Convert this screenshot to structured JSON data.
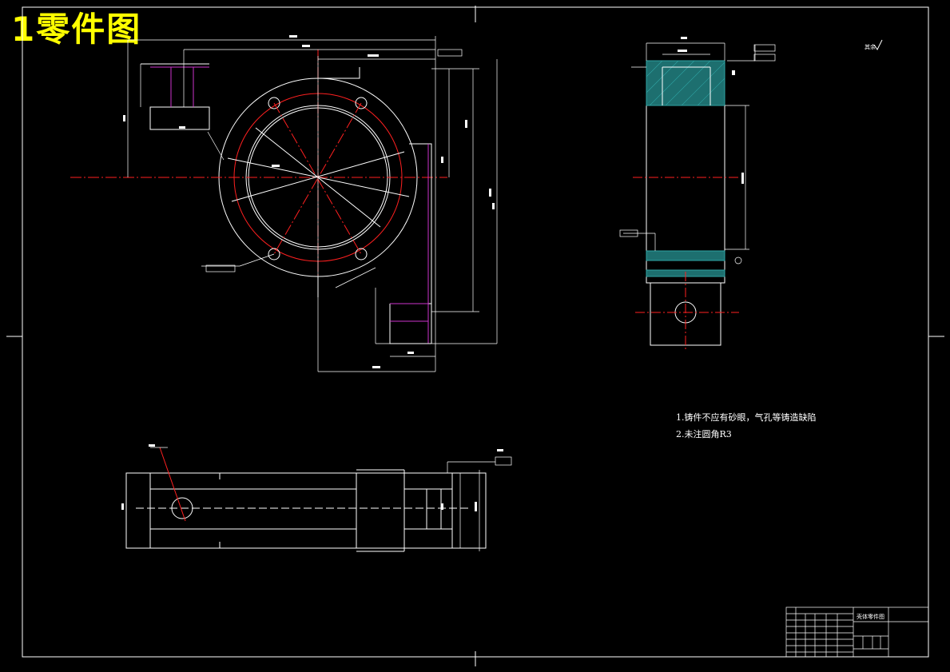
{
  "sheet": {
    "title": "1零件图",
    "part_name": "壳体零件图",
    "roughness_other": "其余",
    "notes": [
      "1.铸件不应有砂眼，气孔等铸造缺陷",
      "2.未注圆角R3"
    ]
  },
  "colors": {
    "background": "#000000",
    "outline": "#ffffff",
    "centerline": "#ff2020",
    "hidden": "#cc33cc",
    "hatch": "#2fa3a3",
    "title": "#ffff00"
  }
}
